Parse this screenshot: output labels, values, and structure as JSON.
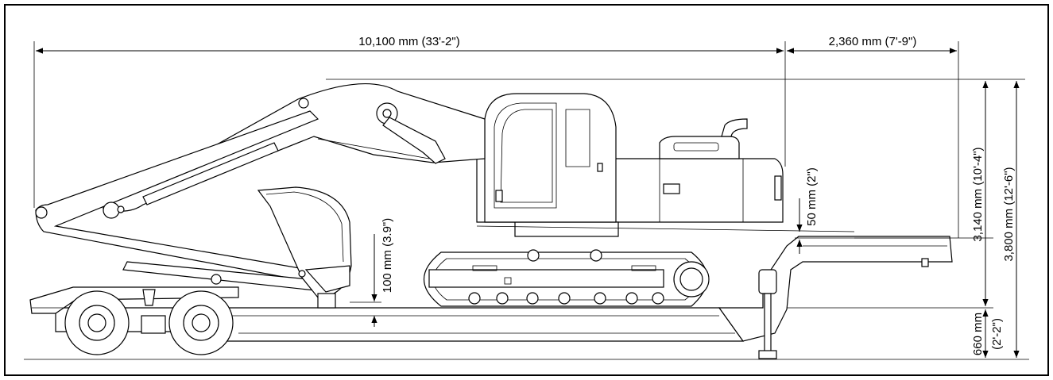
{
  "dimensions": {
    "overall_length": "10,100 mm (33'-2\")",
    "front_overhang": "2,360 mm (7'-9\")",
    "transport_height": "3,140 mm (10'-4\")",
    "total_height": "3,800 mm (12'-6\")",
    "bed_height_mm": "660 mm",
    "bed_height_ftin": "(2'-2\")",
    "ground_clearance": "100 mm (3.9\")",
    "top_clearance": "50 mm (2\")"
  }
}
